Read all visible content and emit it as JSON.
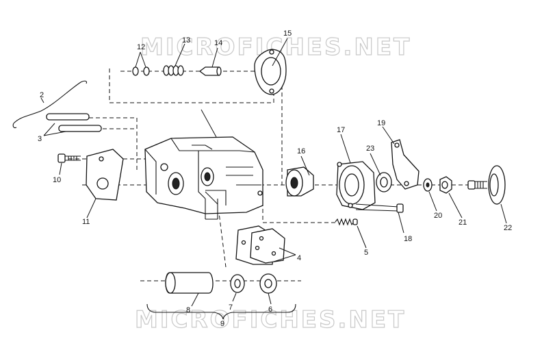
{
  "watermark": {
    "top": "MICROFICHES.NET",
    "bottom": "MICROFICHES.NET"
  },
  "callouts": [
    {
      "id": "2",
      "label": "2"
    },
    {
      "id": "3",
      "label": "3"
    },
    {
      "id": "4",
      "label": "4"
    },
    {
      "id": "5",
      "label": "5"
    },
    {
      "id": "6",
      "label": "6"
    },
    {
      "id": "7",
      "label": "7"
    },
    {
      "id": "8",
      "label": "8"
    },
    {
      "id": "9",
      "label": "9"
    },
    {
      "id": "10",
      "label": "10"
    },
    {
      "id": "11",
      "label": "11"
    },
    {
      "id": "12",
      "label": "12"
    },
    {
      "id": "13",
      "label": "13"
    },
    {
      "id": "14",
      "label": "14"
    },
    {
      "id": "15",
      "label": "15"
    },
    {
      "id": "16",
      "label": "16"
    },
    {
      "id": "17",
      "label": "17"
    },
    {
      "id": "18",
      "label": "18"
    },
    {
      "id": "19",
      "label": "19"
    },
    {
      "id": "20",
      "label": "20"
    },
    {
      "id": "21",
      "label": "21"
    },
    {
      "id": "22",
      "label": "22"
    },
    {
      "id": "23",
      "label": "23"
    }
  ]
}
